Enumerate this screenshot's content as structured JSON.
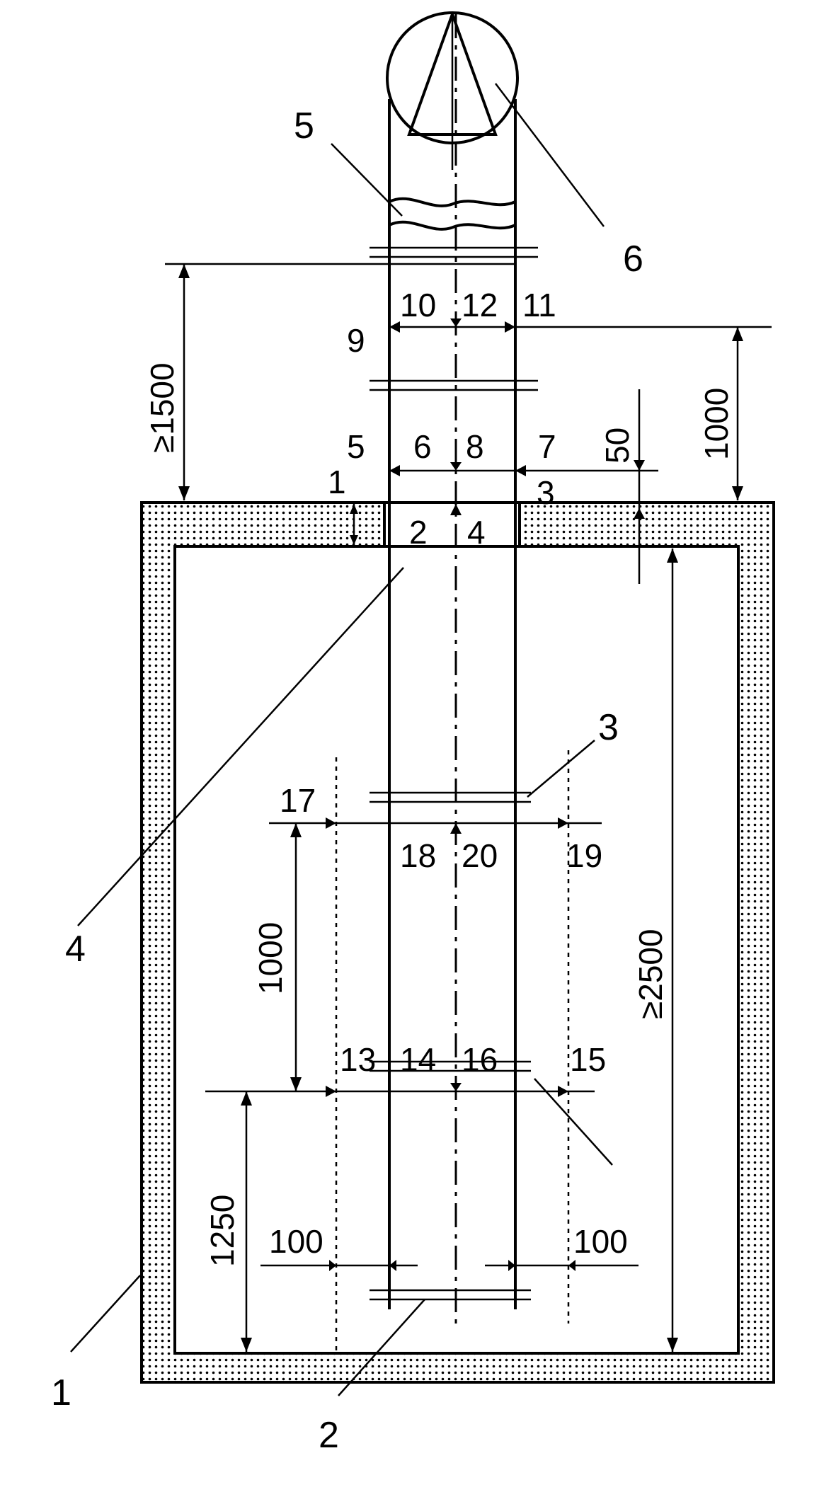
{
  "diagram": {
    "callouts": {
      "wall": "1",
      "bottom_flange": "2",
      "flange_upper": "3",
      "duct": "4",
      "wave": "5",
      "head": "6"
    },
    "points": {
      "p1": "1",
      "p2": "2",
      "p3": "3",
      "p4": "4",
      "p5": "5",
      "p6": "6",
      "p7": "7",
      "p8": "8",
      "p9": "9",
      "p10": "10",
      "p11": "11",
      "p12": "12",
      "p13": "13",
      "p14": "14",
      "p15": "15",
      "p16": "16",
      "p17": "17",
      "p18": "18",
      "p19": "19",
      "p20": "20"
    },
    "dimensions": {
      "top_clearance": "≥1500",
      "top_section": "1000",
      "offset": "50",
      "room_height": "≥2500",
      "inner_section": "1000",
      "bottom_height": "1250",
      "side_left": "100",
      "side_right": "100"
    }
  }
}
